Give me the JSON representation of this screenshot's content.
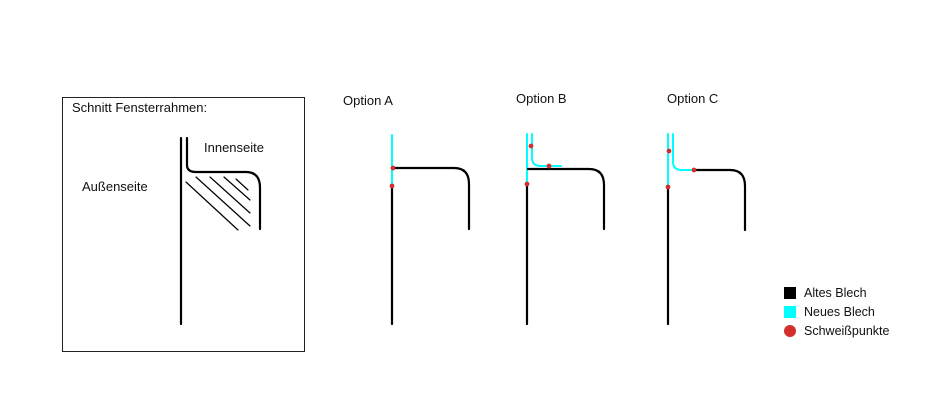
{
  "section": {
    "title": "Schnitt Fensterrahmen:",
    "inside_label": "Innenseite",
    "outside_label": "Außenseite"
  },
  "options": [
    {
      "label": "Option A"
    },
    {
      "label": "Option B"
    },
    {
      "label": "Option C"
    }
  ],
  "legend": [
    {
      "label": "Altes Blech",
      "color": "#000000",
      "marker": "square"
    },
    {
      "label": "Neues Blech",
      "color": "#00FFFF",
      "marker": "square"
    },
    {
      "label": "Schweißpunkte",
      "color": "#D32F2F",
      "marker": "dot"
    }
  ],
  "colors": {
    "old_sheet": "#000000",
    "new_sheet": "#00FFFF",
    "weld_point": "#D32F2F"
  }
}
